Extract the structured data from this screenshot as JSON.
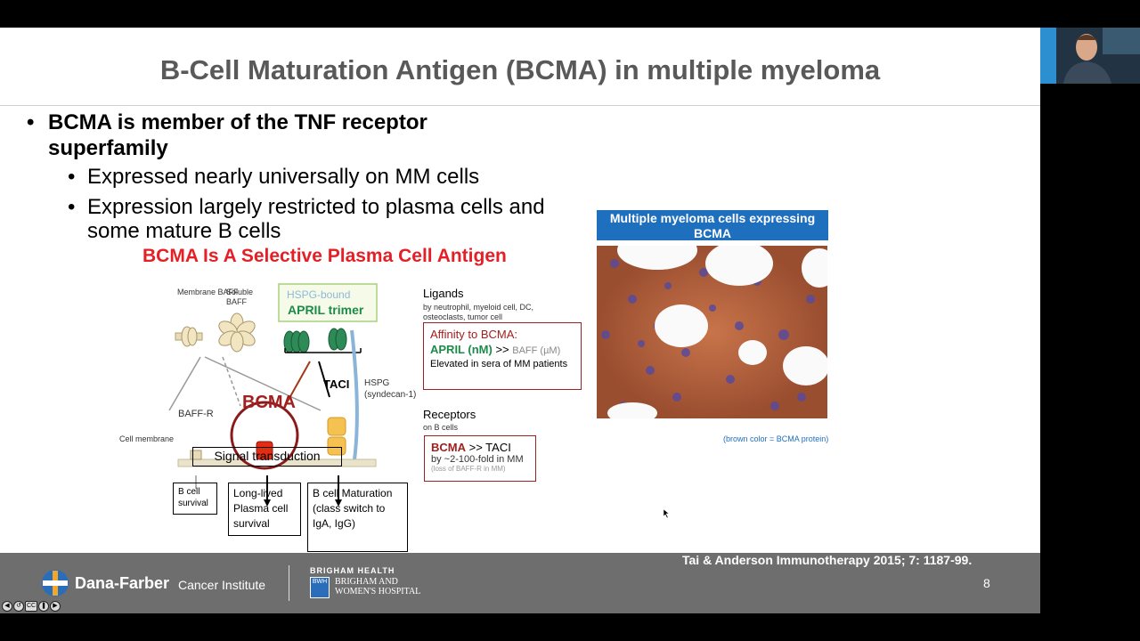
{
  "slide": {
    "title": "B-Cell Maturation Antigen (BCMA) in multiple myeloma",
    "bullet1": "BCMA is member of the TNF receptor superfamily",
    "bullet2": "Expressed nearly universally on MM cells",
    "bullet3": "Expression largely restricted to plasma cells and some mature B cells",
    "subtitle": "BCMA Is A Selective Plasma Cell Antigen"
  },
  "diagram": {
    "membrane_baff": "Membrane BAFF",
    "soluble_baff": "Soluble BAFF",
    "hspg_bound": "HSPG-bound",
    "april_trimer": "APRIL trimer",
    "bcma": "BCMA",
    "taci": "TACI",
    "hspg": "HSPG (syndecan-1)",
    "baff_r": "BAFF-R",
    "cell_membrane": "Cell membrane",
    "signal": "Signal transduction",
    "out1": "B cell survival",
    "out2": "Long-lived Plasma cell survival",
    "out3": "B cell Maturation (class switch to IgA, IgG)",
    "ligands_title": "Ligands",
    "ligands_sub": "by  neutrophil, myeloid cell,  DC, osteoclasts, tumor cell",
    "affinity_title": "Affinity to BCMA:",
    "affinity_april": "APRIL (nM)",
    "affinity_gt": ">>",
    "affinity_baff": "BAFF (µM)",
    "affinity_note": "Elevated in sera of MM patients",
    "receptors_title": "Receptors",
    "receptors_sub": "on B cells",
    "rec_bcma": "BCMA",
    "rec_gt": ">> TACI",
    "rec_fold": "by ~2-100-fold in MM",
    "rec_note": "(loss of BAFF-R in MM)"
  },
  "image_panel": {
    "title": "Multiple myeloma cells expressing BCMA",
    "caption": "(brown color = BCMA protein)"
  },
  "footer": {
    "citation": "Tai & Anderson Immunotherapy 2015; 7: 1187-99.",
    "page_number": "8",
    "dana_farber": "Dana-Farber",
    "cancer_institute": "Cancer Institute",
    "brigham_health": "BRIGHAM HEALTH",
    "bwh_line1": "BRIGHAM AND",
    "bwh_line2": "WOMEN'S HOSPITAL",
    "bwh_badge": "BWH"
  },
  "player": {
    "cc_label": "CC"
  },
  "colors": {
    "title": "#595959",
    "subtitle_red": "#e41f26",
    "april_green": "#1e8a4a",
    "bcma_red": "#a02020",
    "panel_blue": "#1f6fbf",
    "footer": "#6e6e6e"
  }
}
